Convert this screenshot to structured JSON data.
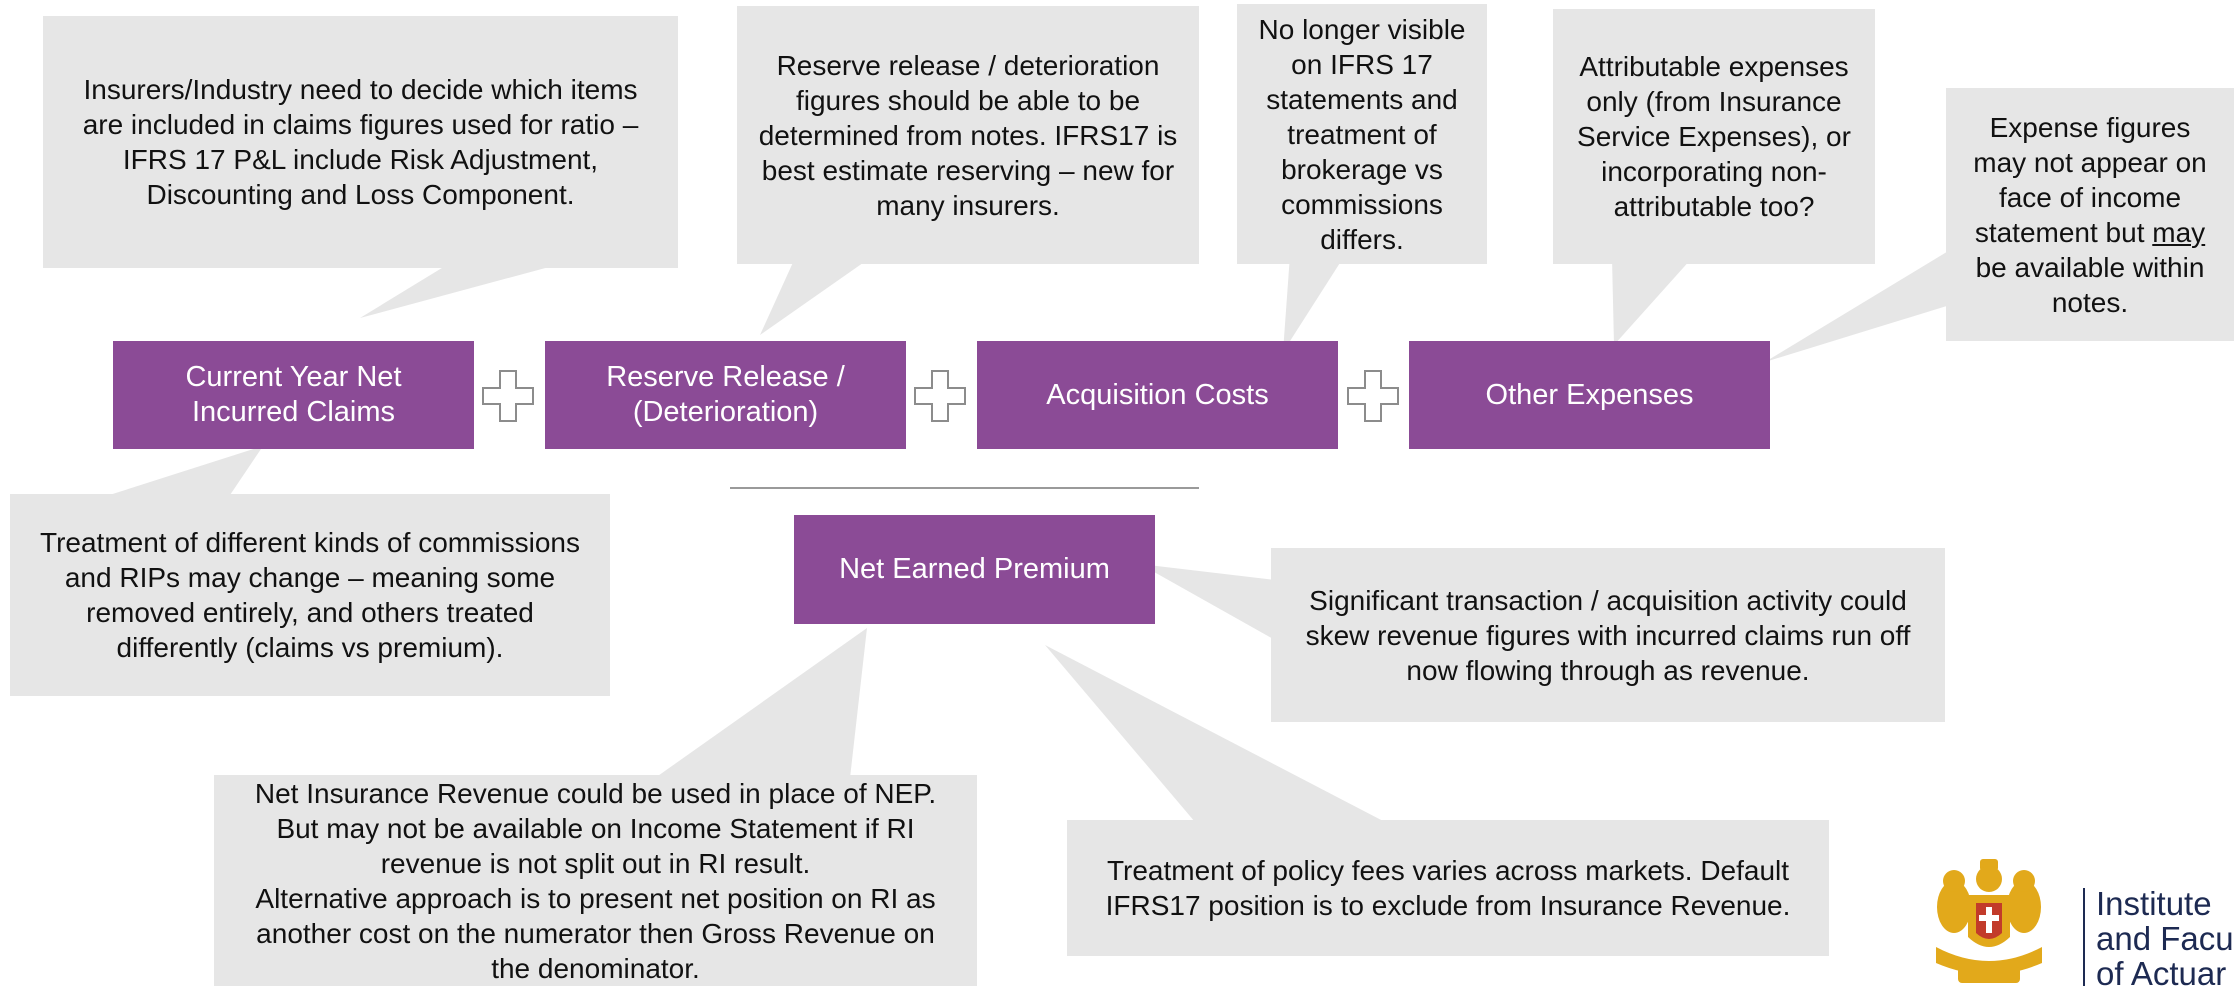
{
  "terms": {
    "current_year": "Current Year Net Incurred Claims",
    "reserve_release": "Reserve Release / (Deterioration)",
    "acquisition": "Acquisition Costs",
    "other_expenses": "Other Expenses",
    "nep": "Net Earned Premium"
  },
  "callouts": {
    "claims_items": "Insurers/Industry need to decide which items are included in claims figures used for ratio – IFRS 17 P&L include Risk Adjustment, Discounting and Loss Component.",
    "reserve_notes": "Reserve release / deterioration figures should be able to be determined from notes. IFRS17 is best estimate reserving – new for many insurers.",
    "brokerage": "No longer visible on IFRS 17 statements and treatment of brokerage vs commissions differs.",
    "attributable": "Attributable expenses only (from Insurance Service Expenses), or incorporating non-attributable too?",
    "expense_notes_before": "Expense figures may not appear on face of income statement but",
    "expense_notes_emphasis": "may",
    "expense_notes_after": "be available within notes.",
    "commissions": "Treatment of different kinds of commissions and RIPs may change – meaning some removed entirely, and others treated differently (claims vs premium).",
    "transaction": "Significant transaction / acquisition activity could skew revenue figures with incurred claims run off now flowing through as revenue.",
    "nir_line1": "Net Insurance Revenue could be used in place of NEP. But may not be available on Income Statement if RI revenue is not split out in RI result.",
    "nir_line2": "Alternative approach is to present net position on RI as another cost on the numerator then Gross Revenue on the denominator.",
    "policy_fees": "Treatment of policy fees varies across markets. Default IFRS17 position is to exclude from Insurance Revenue."
  },
  "logo": {
    "line1": "Institute",
    "line2": "and Facu",
    "line3": "of Actuar"
  },
  "colors": {
    "term_fill": "#8b4b96",
    "callout_fill": "#e6e6e6",
    "logo_gold": "#e2a91b",
    "logo_navy": "#1d2a52"
  }
}
